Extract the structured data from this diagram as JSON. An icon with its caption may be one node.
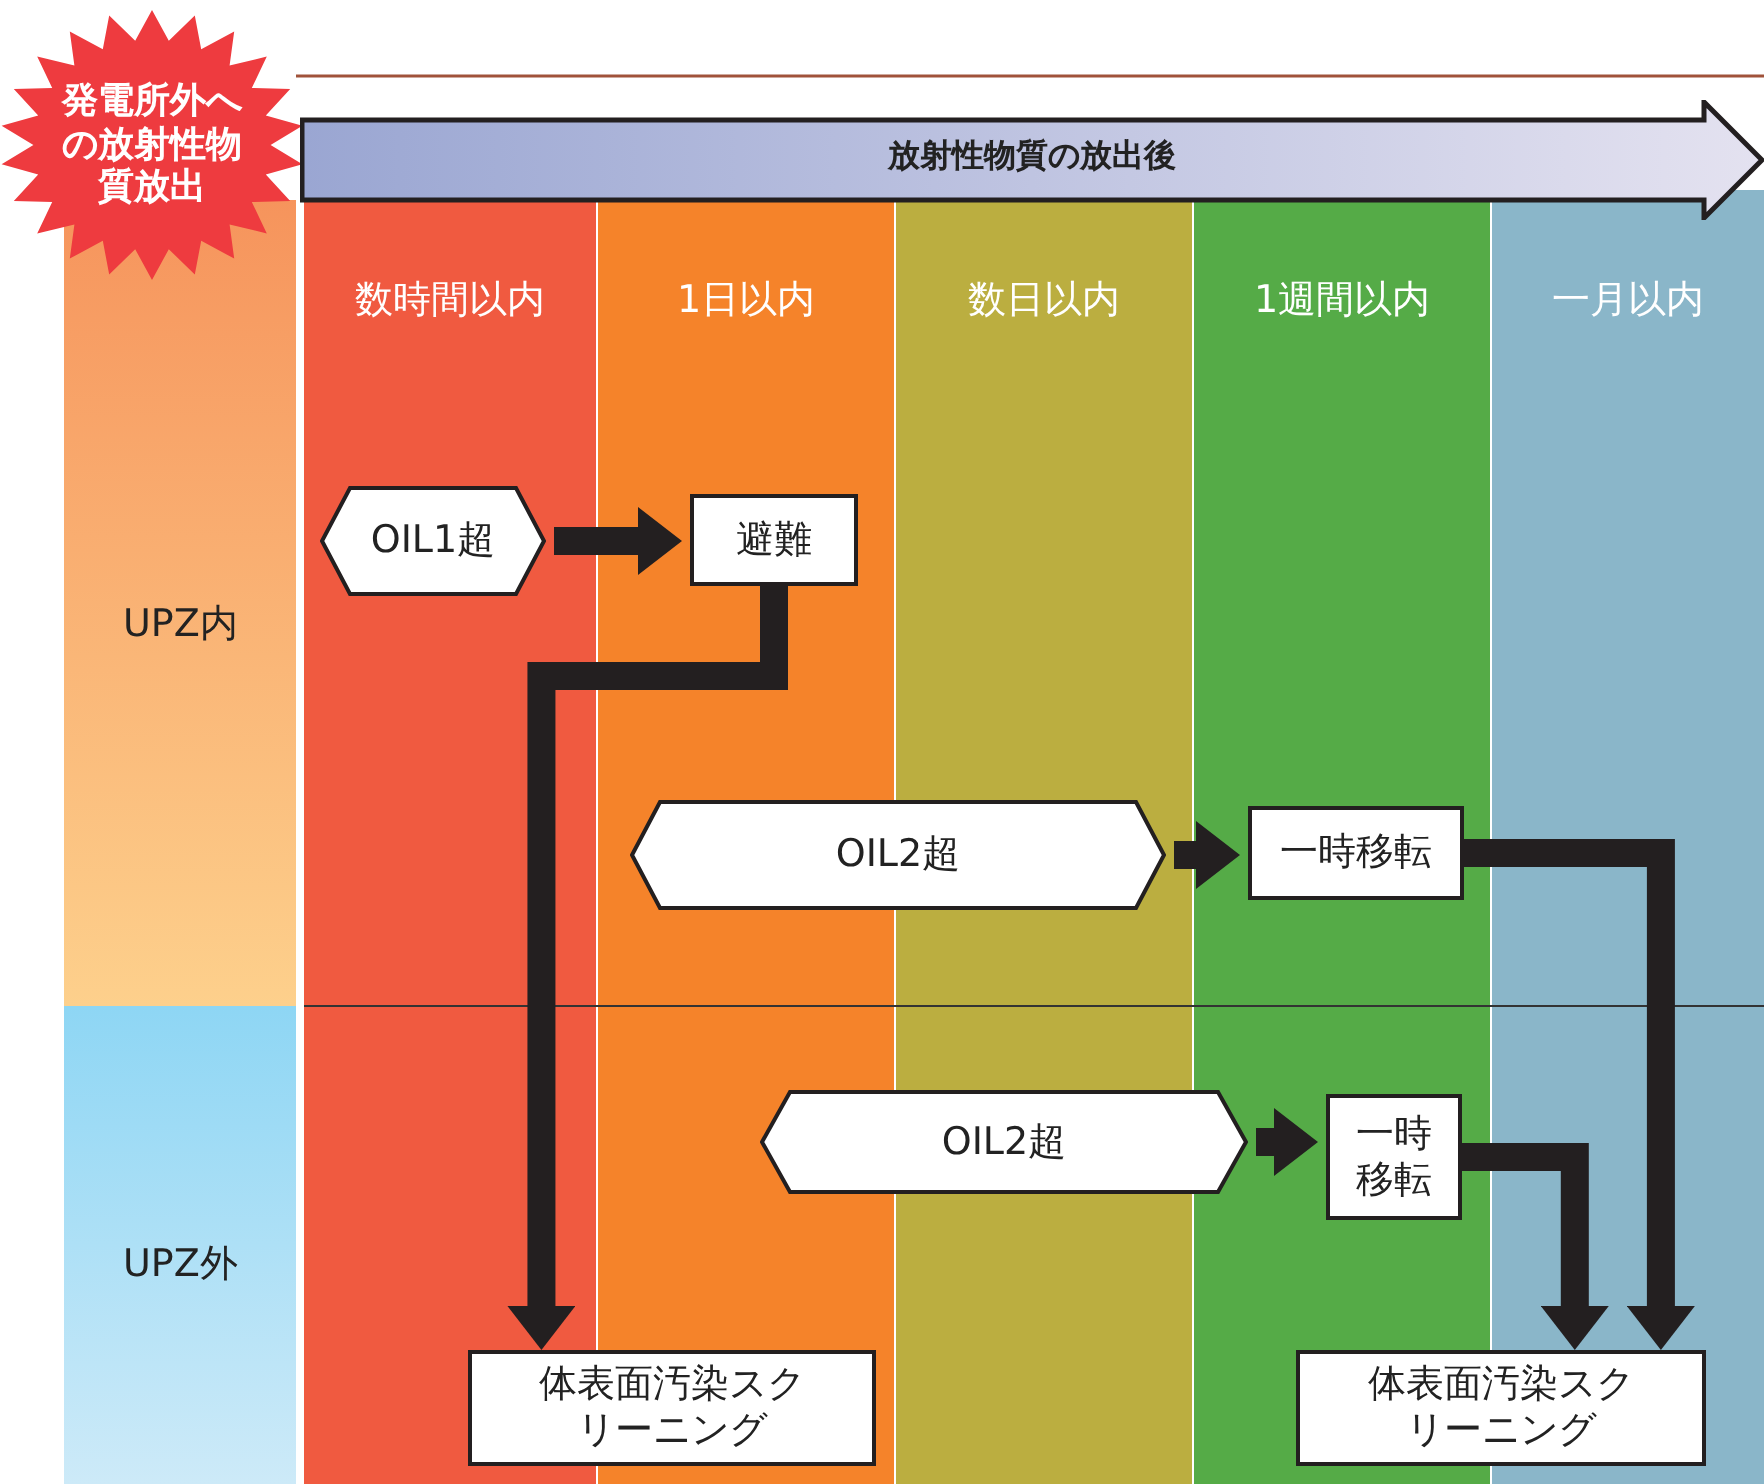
{
  "diagram": {
    "nodes": [
      {
        "text": [
          "発電所外への放射性物質放出"
        ]
      },
      {
        "text": [
          "放射性物質の放出後"
        ]
      },
      {
        "text": [
          "OIL1超"
        ]
      },
      {
        "text": [
          "避難"
        ]
      },
      {
        "text": [
          "OIL2超"
        ]
      },
      {
        "text": [
          "一時移転"
        ]
      },
      {
        "text": [
          "OIL2超"
        ]
      },
      {
        "text": [
          "一時移転"
        ]
      },
      {
        "text": [
          "体表面汚染スクリーニング"
        ]
      },
      {
        "text": [
          "体表面汚染スクリーニング"
        ]
      }
    ],
    "edges": [
      {
        "from": 2,
        "to": 3,
        "arrow": "to"
      },
      {
        "from": 3,
        "to": 8,
        "arrow": "to"
      },
      {
        "from": 4,
        "to": 5,
        "arrow": "to"
      },
      {
        "from": 5,
        "to": 9,
        "arrow": "to"
      },
      {
        "from": 6,
        "to": 7,
        "arrow": "to"
      },
      {
        "from": 7,
        "to": 9,
        "arrow": "to"
      }
    ],
    "labels": [
      "数時間以内",
      "1日以内",
      "数日以内",
      "1週間以内",
      "一月以内",
      "UPZ内",
      "UPZ外"
    ]
  }
}
